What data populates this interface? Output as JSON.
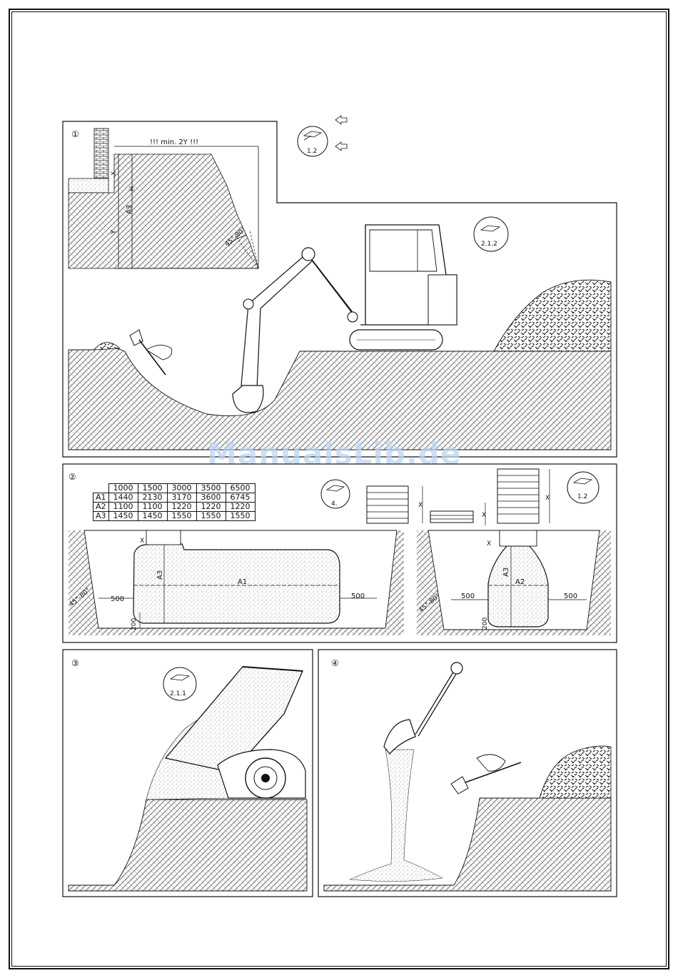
{
  "watermark": "ManualsLib.de",
  "steps": {
    "s1": "①",
    "s2": "②",
    "s3": "③",
    "s4": "④"
  },
  "panel1": {
    "min_distance": "!!! min. 2Y !!!",
    "x_label": "X",
    "a3_label": "A3",
    "y_label": "Y",
    "ref_marker": "②",
    "angle_label": "45°-80°",
    "book_ref_top": "1.2",
    "book_ref_excavator": "2.1.2"
  },
  "panel2": {
    "table": {
      "header": [
        "",
        "1000",
        "1500",
        "3000",
        "3500",
        "6500"
      ],
      "rows": [
        {
          "name": "A1",
          "values": [
            "1440",
            "2130",
            "3170",
            "3600",
            "6745"
          ]
        },
        {
          "name": "A2",
          "values": [
            "1100",
            "1100",
            "1220",
            "1220",
            "1220"
          ]
        },
        {
          "name": "A3",
          "values": [
            "1450",
            "1450",
            "1550",
            "1550",
            "1550"
          ]
        }
      ]
    },
    "book_ref_4": "4.",
    "book_ref_12": "1.2",
    "x_label": "X",
    "left_tank": {
      "x": "X",
      "a3": "A3",
      "a1": "A1",
      "left_gap": "500",
      "right_gap": "500",
      "base": "200",
      "angle": "45°-80°"
    },
    "right_tank": {
      "x": "X",
      "a3": "A3",
      "a2": "A2",
      "left_gap": "500",
      "right_gap": "500",
      "base": "200",
      "angle": "45°-80°"
    }
  },
  "panel3": {
    "book_ref": "2.1.1"
  }
}
